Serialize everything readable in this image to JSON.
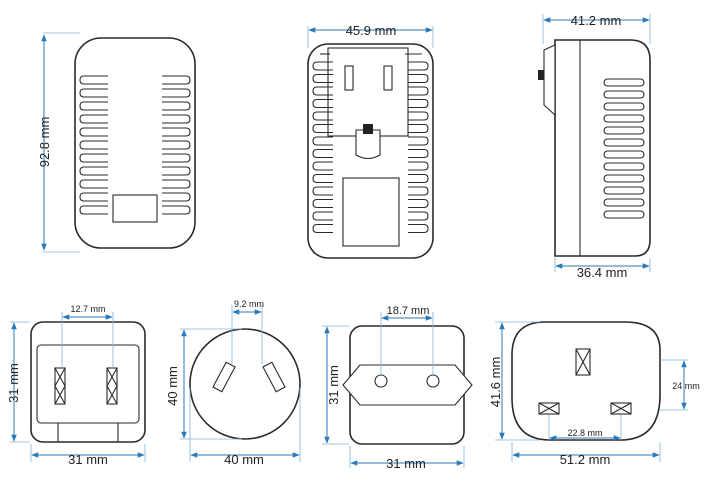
{
  "views": {
    "front": {
      "height": "92.8 mm"
    },
    "back": {
      "width": "45.9 mm"
    },
    "side": {
      "top_width": "41.2 mm",
      "bottom_width": "36.4 mm"
    }
  },
  "plugs": {
    "us": {
      "pin_spacing": "12.7 mm",
      "height": "31 mm",
      "width": "31 mm"
    },
    "au": {
      "pin_spacing": "9.2 mm",
      "height": "40 mm",
      "width": "40 mm"
    },
    "eu": {
      "pin_spacing": "18.7 mm",
      "height": "31 mm",
      "width": "31 mm"
    },
    "uk": {
      "height": "41.6 mm",
      "side": "24 mm",
      "pin_spacing": "22.8 mm",
      "width": "51.2 mm"
    }
  }
}
